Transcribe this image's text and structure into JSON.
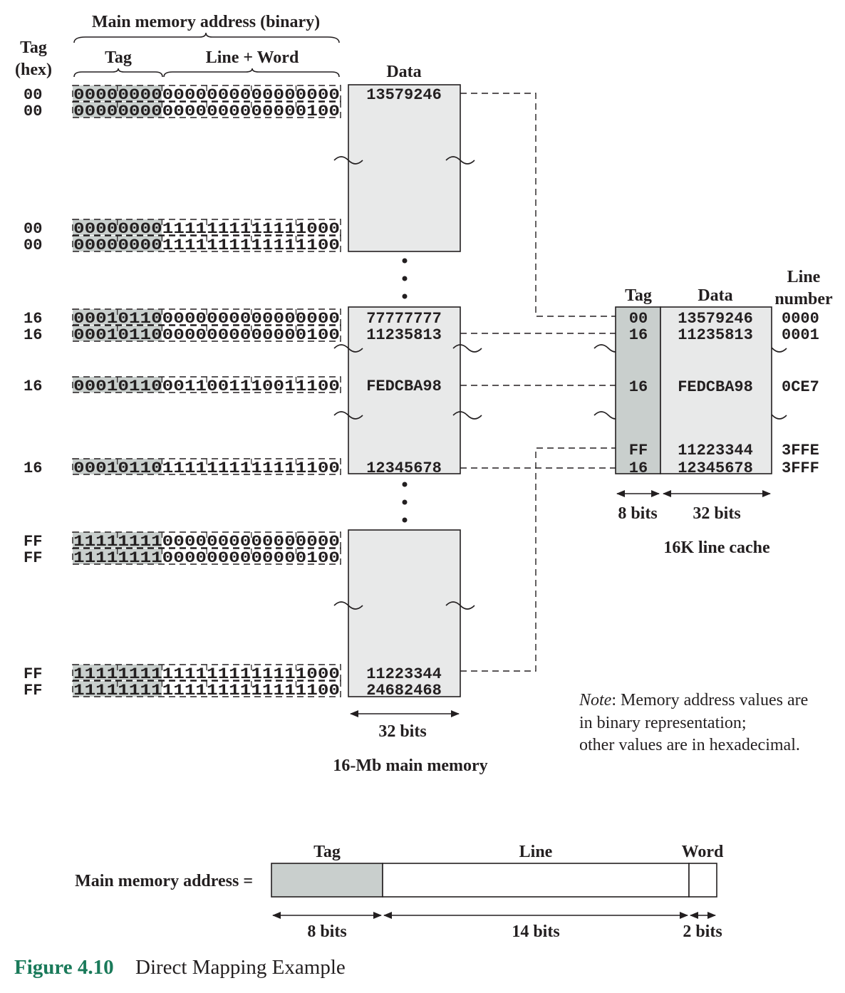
{
  "header": {
    "tag_hex_label_1": "Tag",
    "tag_hex_label_2": "(hex)",
    "address_title": "Main memory address (binary)",
    "tag_label": "Tag",
    "line_word_label": "Line + Word",
    "data_label": "Data"
  },
  "memory_rows": [
    {
      "tag": "00",
      "binary": "000000000000000000000000",
      "data": "13579246"
    },
    {
      "tag": "00",
      "binary": "000000000000000000000100",
      "data": ""
    },
    {
      "tag": "00",
      "binary": "000000001111111111111000",
      "data": ""
    },
    {
      "tag": "00",
      "binary": "000000001111111111111100",
      "data": ""
    },
    {
      "tag": "16",
      "binary": "000101100000000000000000",
      "data": "77777777"
    },
    {
      "tag": "16",
      "binary": "000101100000000000000100",
      "data": "11235813"
    },
    {
      "tag": "16",
      "binary": "000101100011001110011100",
      "data": "FEDCBA98"
    },
    {
      "tag": "16",
      "binary": "000101101111111111111100",
      "data": "12345678"
    },
    {
      "tag": "FF",
      "binary": "111111110000000000000000",
      "data": ""
    },
    {
      "tag": "FF",
      "binary": "111111110000000000000100",
      "data": ""
    },
    {
      "tag": "FF",
      "binary": "111111111111111111111000",
      "data": "11223344"
    },
    {
      "tag": "FF",
      "binary": "111111111111111111111100",
      "data": "24682468"
    }
  ],
  "main_memory": {
    "width_label": "32 bits",
    "title": "16-Mb main memory"
  },
  "cache": {
    "tag_header": "Tag",
    "data_header": "Data",
    "line_header_1": "Line",
    "line_header_2": "number",
    "rows": [
      {
        "tag": "00",
        "data": "13579246",
        "line": "0000"
      },
      {
        "tag": "16",
        "data": "11235813",
        "line": "0001"
      },
      {
        "tag": "16",
        "data": "FEDCBA98",
        "line": "0CE7"
      },
      {
        "tag": "FF",
        "data": "11223344",
        "line": "3FFE"
      },
      {
        "tag": "16",
        "data": "12345678",
        "line": "3FFF"
      }
    ],
    "tag_bits": "8 bits",
    "data_bits": "32 bits",
    "title": "16K line cache"
  },
  "note": {
    "italic": "Note",
    "line1": ": Memory address values are",
    "line2": "in binary representation;",
    "line3": "other values are in hexadecimal."
  },
  "address_format": {
    "label": "Main memory address =",
    "tag": "Tag",
    "line": "Line",
    "word": "Word",
    "tag_bits": "8 bits",
    "line_bits": "14 bits",
    "word_bits": "2 bits"
  },
  "caption": {
    "number": "Figure 4.10",
    "title": "Direct Mapping Example"
  },
  "colors": {
    "tag_shade": "#c9cfcd",
    "box_fill": "#e8e9e9",
    "caption": "#1a7a5a"
  }
}
